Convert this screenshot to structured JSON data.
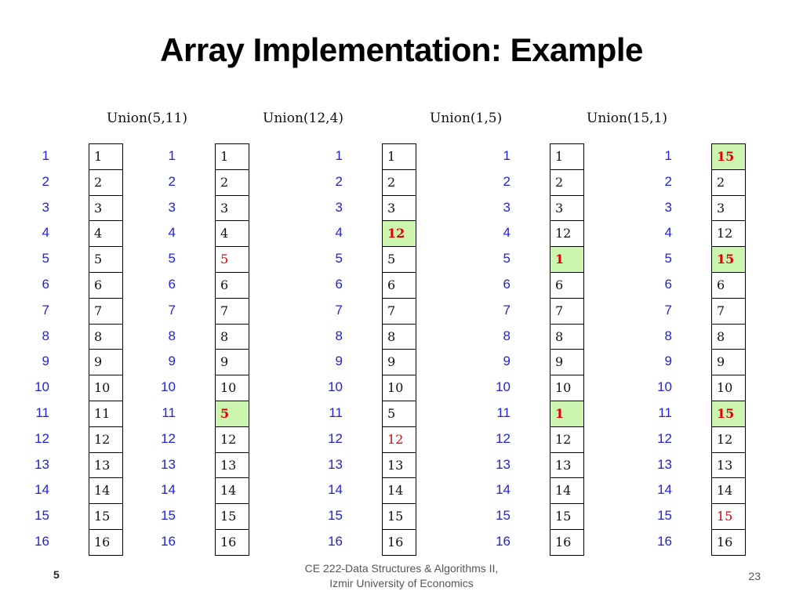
{
  "title": "Array Implementation: Example",
  "operations": [
    "Union(5,11)",
    "Union(12,4)",
    "Union(1,5)",
    "Union(15,1)"
  ],
  "indices": [
    "1",
    "2",
    "3",
    "4",
    "5",
    "6",
    "7",
    "8",
    "9",
    "10",
    "11",
    "12",
    "13",
    "14",
    "15",
    "16"
  ],
  "arrays": [
    {
      "values": [
        "1",
        "2",
        "3",
        "4",
        "5",
        "6",
        "7",
        "8",
        "9",
        "10",
        "11",
        "12",
        "13",
        "14",
        "15",
        "16"
      ],
      "states": [
        "",
        "",
        "",
        "",
        "",
        "",
        "",
        "",
        "",
        "",
        "",
        "",
        "",
        "",
        "",
        ""
      ]
    },
    {
      "values": [
        "1",
        "2",
        "3",
        "4",
        "5",
        "6",
        "7",
        "8",
        "9",
        "10",
        "5",
        "12",
        "13",
        "14",
        "15",
        "16"
      ],
      "states": [
        "",
        "",
        "",
        "",
        "changed",
        "",
        "",
        "",
        "",
        "",
        "root",
        "",
        "",
        "",
        "",
        ""
      ]
    },
    {
      "values": [
        "1",
        "2",
        "3",
        "12",
        "5",
        "6",
        "7",
        "8",
        "9",
        "10",
        "5",
        "12",
        "13",
        "14",
        "15",
        "16"
      ],
      "states": [
        "",
        "",
        "",
        "root",
        "",
        "",
        "",
        "",
        "",
        "",
        "",
        "changed",
        "",
        "",
        "",
        ""
      ]
    },
    {
      "values": [
        "1",
        "2",
        "3",
        "12",
        "1",
        "6",
        "7",
        "8",
        "9",
        "10",
        "1",
        "12",
        "13",
        "14",
        "15",
        "16"
      ],
      "states": [
        "",
        "",
        "",
        "",
        "root",
        "",
        "",
        "",
        "",
        "",
        "root",
        "",
        "",
        "",
        "",
        ""
      ]
    },
    {
      "values": [
        "15",
        "2",
        "3",
        "12",
        "15",
        "6",
        "7",
        "8",
        "9",
        "10",
        "15",
        "12",
        "13",
        "14",
        "15",
        "16"
      ],
      "states": [
        "root",
        "",
        "",
        "",
        "root",
        "",
        "",
        "",
        "",
        "",
        "root",
        "",
        "",
        "",
        "changed",
        ""
      ]
    }
  ],
  "colors": {
    "index": "#2222dd",
    "changed": "#e00000",
    "root_fill": "#ccf5b0"
  },
  "footer": {
    "slide_label": "5",
    "course_line1": "CE 222-Data Structures & Algorithms II,",
    "course_line2": "Izmir University of Economics",
    "page_number": "23"
  }
}
